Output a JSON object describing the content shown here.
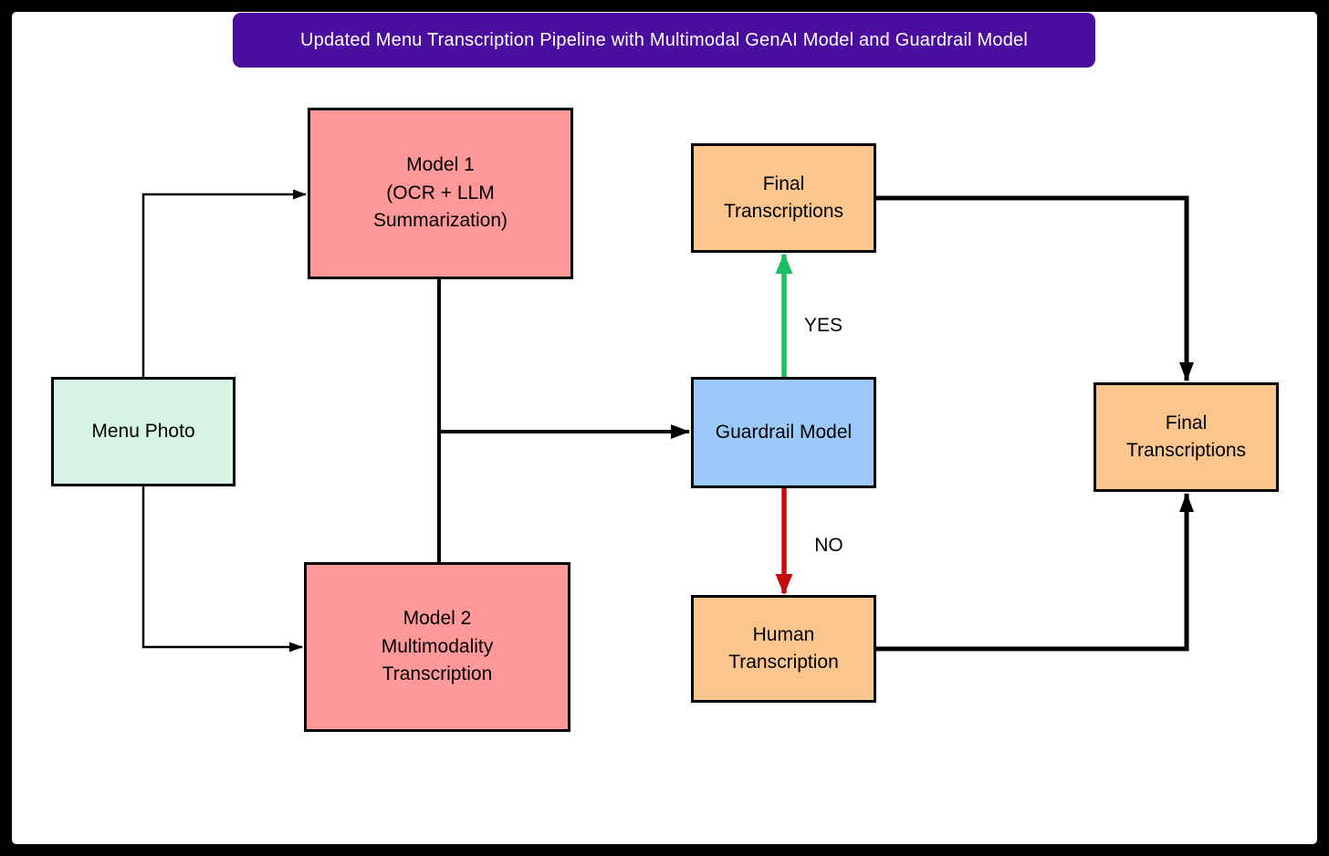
{
  "title": "Updated Menu Transcription Pipeline with Multimodal GenAI Model and Guardrail Model",
  "nodes": {
    "menu_photo": {
      "label": "Menu Photo",
      "fill": "#d6f5e4"
    },
    "model_1": {
      "label": "Model 1\n(OCR + LLM\nSummarization)",
      "fill": "#ff9898"
    },
    "model_2": {
      "label": "Model 2\nMultimodality\nTranscription",
      "fill": "#ff9898"
    },
    "guardrail": {
      "label": "Guardrail Model",
      "fill": "#9ccaf8"
    },
    "final_transcriptions_top": {
      "label": "Final\nTranscriptions",
      "fill": "#fac68e"
    },
    "human_transcription": {
      "label": "Human\nTranscription",
      "fill": "#fac68e"
    },
    "final_transcriptions_right": {
      "label": "Final\nTranscriptions",
      "fill": "#fac68e"
    }
  },
  "edge_labels": {
    "yes": "YES",
    "no": "NO"
  },
  "colors": {
    "banner_bg": "#4b0ca0",
    "banner_text": "#ffffff",
    "line_black": "#000000",
    "arrow_yes": "#1dbe62",
    "arrow_no": "#c60d0d",
    "canvas_bg": "#ffffff",
    "frame_bg": "#000000"
  }
}
